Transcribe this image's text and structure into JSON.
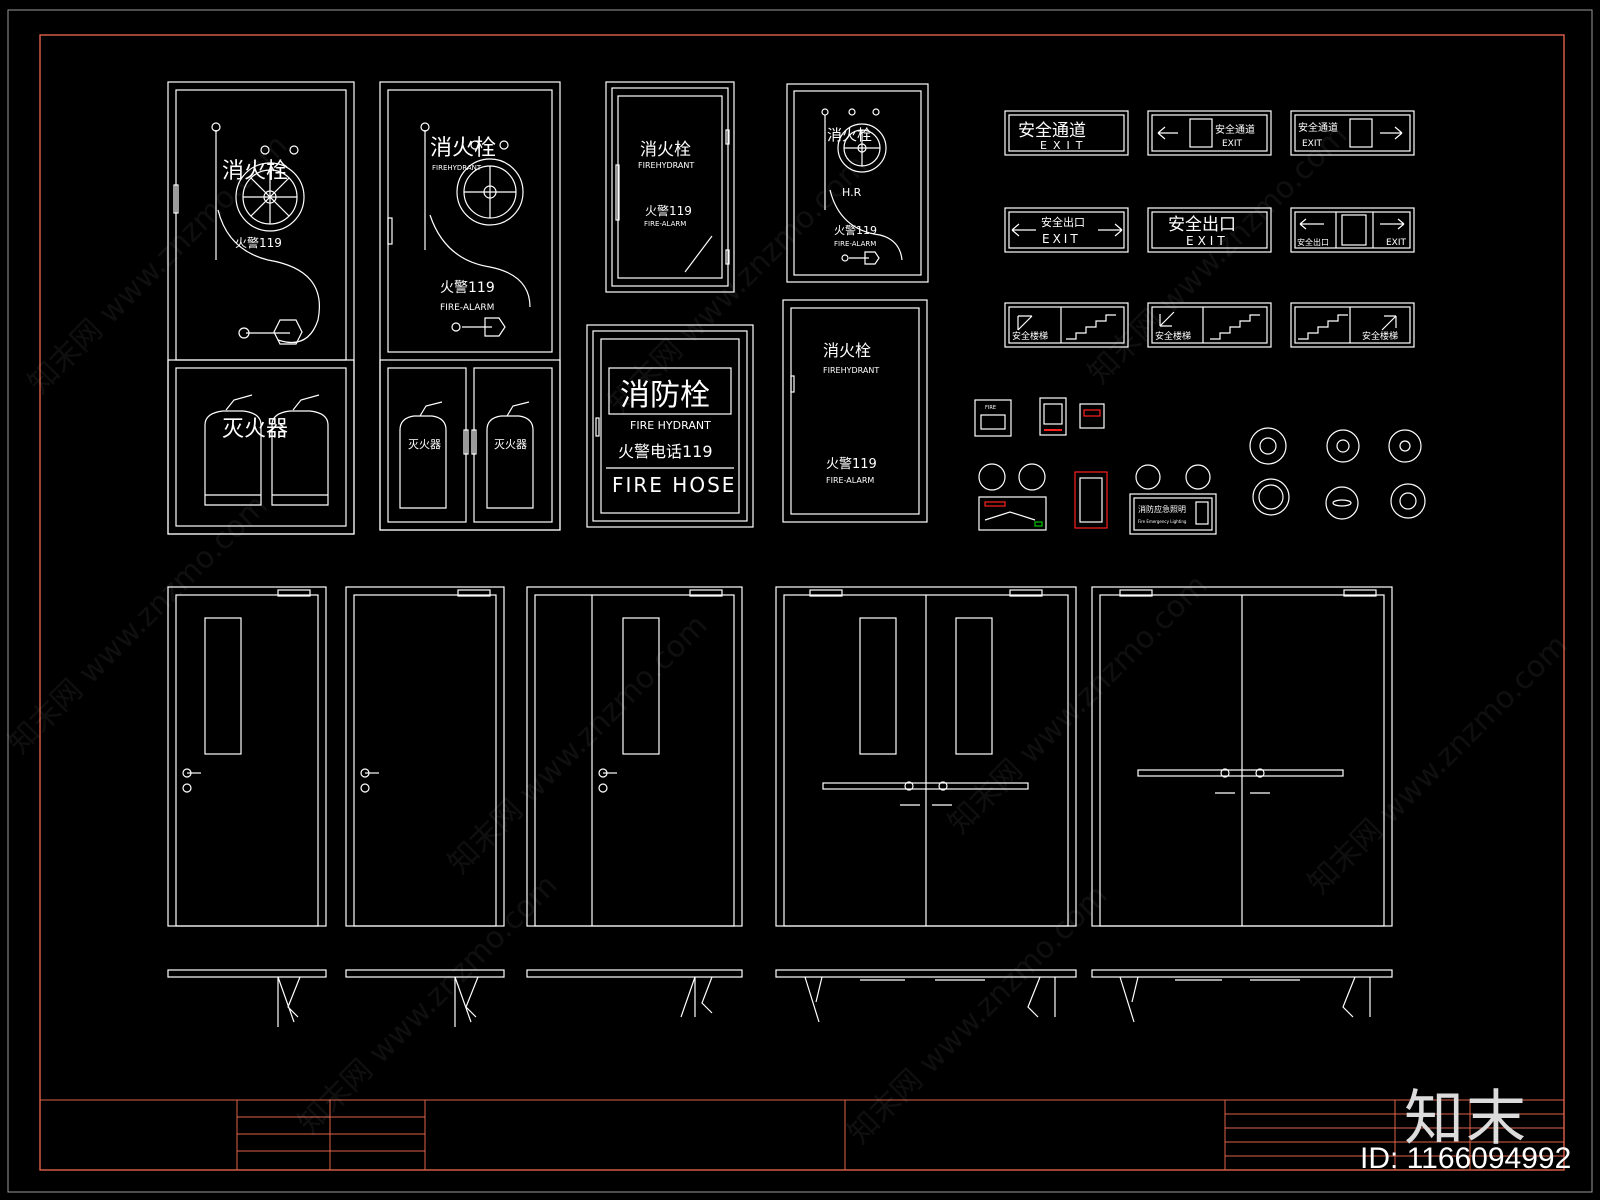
{
  "colors": {
    "frame": "#e0624a",
    "line": "#ffffff",
    "bg": "#000000",
    "green": "#00c800",
    "red": "#ff2020"
  },
  "watermark": "知末网 www.znzmo.com",
  "cabinets": {
    "hose_reel_1": {
      "title": "消火栓",
      "alarm": "火警119",
      "extinguisher": "灭火器"
    },
    "hose_reel_2": {
      "title": "消火栓",
      "subtitle": "FIREHYDRANT",
      "alarm": "火警119",
      "alarm_en": "FIRE-ALARM",
      "ext_left": "灭火器",
      "ext_right": "灭火器"
    },
    "hydrant_small": {
      "title": "消火栓",
      "subtitle": "FIREHYDRANT",
      "alarm": "火警119",
      "alarm_en": "FIRE-ALARM"
    },
    "hydrant_reel_small": {
      "title": "消火栓",
      "hr": "H.R",
      "alarm": "火警119",
      "alarm_en": "FIRE-ALARM"
    },
    "fire_hose_box": {
      "title": "消防栓",
      "subtitle": "FIRE HYDRANT",
      "phone": "火警电话119",
      "hose": "FIRE HOSE"
    },
    "hydrant_plain": {
      "title": "消火栓",
      "subtitle": "FIREHYDRANT",
      "alarm": "火警119",
      "alarm_en": "FIRE-ALARM"
    }
  },
  "signs": {
    "row1": [
      {
        "cn": "安全通道",
        "en": "EXIT"
      },
      {
        "cn": "安全通道",
        "en": "EXIT"
      },
      {
        "cn": "安全通道",
        "en": "EXIT"
      }
    ],
    "row2": [
      {
        "cn": "安全出口",
        "en": "EXIT"
      },
      {
        "cn": "安全出口",
        "en": "EXIT"
      },
      {
        "cn": "安全出口",
        "en": "EXIT"
      }
    ],
    "row3": [
      {
        "cn": "安全楼梯"
      },
      {
        "cn": "安全楼梯"
      },
      {
        "cn": "安全楼梯"
      }
    ]
  },
  "devices": {
    "alarm_button_label": "FIRE",
    "emergency_light": {
      "cn": "消防应急照明",
      "en": "Fire Emergency Lighting"
    }
  },
  "brand": "知末",
  "id_label": "ID: 1166094992"
}
